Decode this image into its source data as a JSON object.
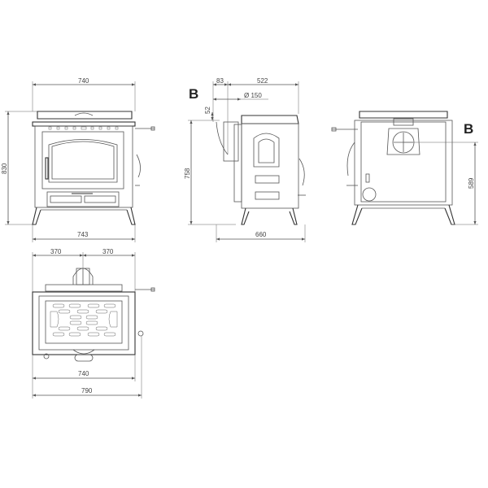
{
  "views": {
    "front": {
      "dim_top_width": "740",
      "dim_bottom_width": "743",
      "dim_height": "830"
    },
    "side": {
      "label": "B",
      "dim_offset": "83",
      "dim_depth_top": "522",
      "dim_flue_diameter": "Ø 150",
      "dim_flue_offset": "52",
      "dim_flue_height": "758",
      "dim_total_depth": "660"
    },
    "rear": {
      "label": "B",
      "dim_flue_center_height": "589"
    },
    "top": {
      "dim_left_half": "370",
      "dim_right_half": "370",
      "dim_body_width": "740",
      "dim_total_width": "790"
    }
  }
}
